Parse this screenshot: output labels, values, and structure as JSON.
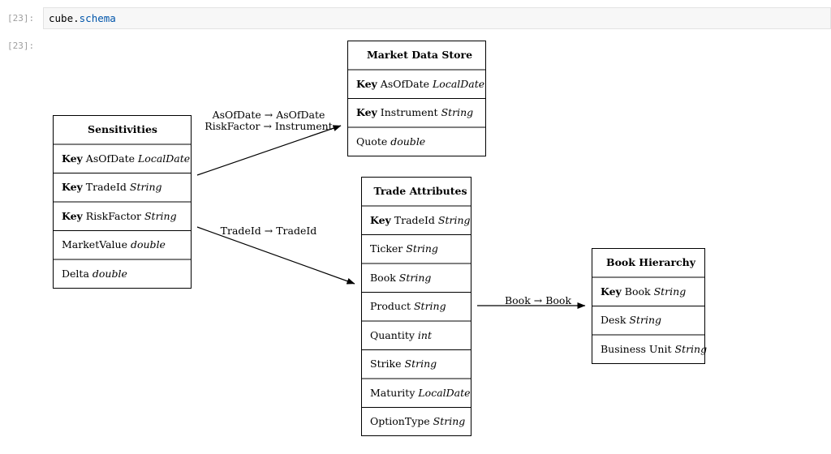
{
  "cell": {
    "in_prompt": "[23]:",
    "out_prompt": "[23]:",
    "code_object": "cube",
    "code_dot": ".",
    "code_attribute": "schema"
  },
  "colors": {
    "line": "#000000",
    "code_background": "#f7f7f7",
    "code_attribute": "#0055aa"
  },
  "tables": {
    "sensitivities": {
      "title": "Sensitivities",
      "rows": [
        {
          "key": "Key",
          "name": "AsOfDate",
          "type": "LocalDate"
        },
        {
          "key": "Key",
          "name": "TradeId",
          "type": "String"
        },
        {
          "key": "Key",
          "name": "RiskFactor",
          "type": "String"
        },
        {
          "key": "",
          "name": "MarketValue",
          "type": "double"
        },
        {
          "key": "",
          "name": "Delta",
          "type": "double"
        }
      ]
    },
    "market_data_store": {
      "title": "Market Data Store",
      "rows": [
        {
          "key": "Key",
          "name": "AsOfDate",
          "type": "LocalDate"
        },
        {
          "key": "Key",
          "name": "Instrument",
          "type": "String"
        },
        {
          "key": "",
          "name": "Quote",
          "type": "double"
        }
      ]
    },
    "trade_attributes": {
      "title": "Trade Attributes",
      "rows": [
        {
          "key": "Key",
          "name": "TradeId",
          "type": "String"
        },
        {
          "key": "",
          "name": "Ticker",
          "type": "String"
        },
        {
          "key": "",
          "name": "Book",
          "type": "String"
        },
        {
          "key": "",
          "name": "Product",
          "type": "String"
        },
        {
          "key": "",
          "name": "Quantity",
          "type": "int"
        },
        {
          "key": "",
          "name": "Strike",
          "type": "String"
        },
        {
          "key": "",
          "name": "Maturity",
          "type": "LocalDate"
        },
        {
          "key": "",
          "name": "OptionType",
          "type": "String"
        }
      ]
    },
    "book_hierarchy": {
      "title": "Book Hierarchy",
      "rows": [
        {
          "key": "Key",
          "name": "Book",
          "type": "String"
        },
        {
          "key": "",
          "name": "Desk",
          "type": "String"
        },
        {
          "key": "",
          "name": "Business Unit",
          "type": "String"
        }
      ]
    }
  },
  "edges": {
    "sens_to_market": [
      "AsOfDate → AsOfDate",
      "RiskFactor → Instrument"
    ],
    "sens_to_trade": [
      "TradeId → TradeId"
    ],
    "trade_to_book": [
      "Book → Book"
    ]
  }
}
